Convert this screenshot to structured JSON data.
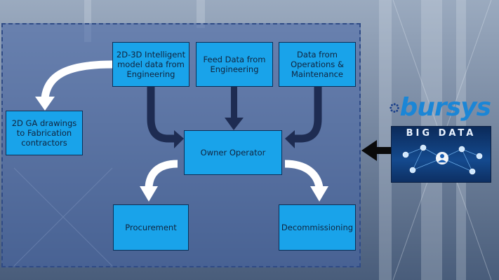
{
  "diagram": {
    "nodes": {
      "intelligent_model": {
        "lines": [
          "2D-3D Intelligent",
          "model data from",
          "Engineering"
        ]
      },
      "feed_data": {
        "lines": [
          "Feed Data from",
          "Engineering"
        ]
      },
      "operations_data": {
        "lines": [
          "Data from",
          "Operations &",
          "Maintenance"
        ]
      },
      "ga_drawings": {
        "lines": [
          "2D GA drawings",
          "to Fabrication",
          "contractors"
        ]
      },
      "owner_operator": {
        "lines": [
          "Owner Operator"
        ]
      },
      "procurement": {
        "lines": [
          "Procurement"
        ]
      },
      "decommissioning": {
        "lines": [
          "Decommissioning"
        ]
      }
    },
    "edges": [
      {
        "from": "intelligent_model",
        "to": "ga_drawings",
        "style": "white"
      },
      {
        "from": "intelligent_model",
        "to": "owner_operator",
        "style": "dark"
      },
      {
        "from": "feed_data",
        "to": "owner_operator",
        "style": "dark"
      },
      {
        "from": "operations_data",
        "to": "owner_operator",
        "style": "dark"
      },
      {
        "from": "owner_operator",
        "to": "procurement",
        "style": "white"
      },
      {
        "from": "owner_operator",
        "to": "decommissioning",
        "style": "white"
      },
      {
        "from": "big_data",
        "to": "owner_operator",
        "style": "black"
      }
    ]
  },
  "logo": {
    "text": "bursys",
    "color": "#1b86d6"
  },
  "big_data_image": {
    "title": "BIG DATA"
  },
  "colors": {
    "box_fill": "#19a3ea",
    "panel_border": "#2f4b86",
    "dark_arrow": "#1e2c52"
  }
}
